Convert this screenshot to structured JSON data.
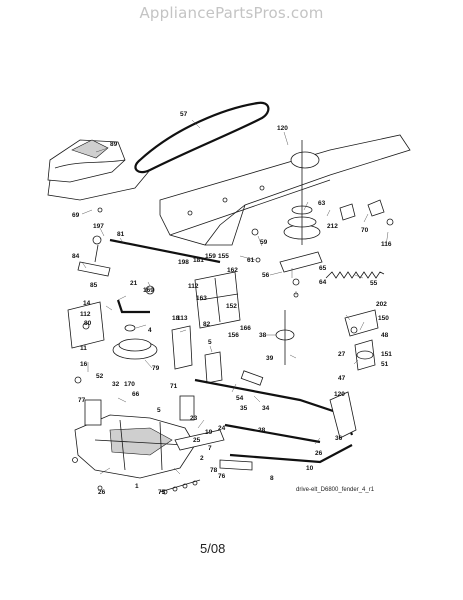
{
  "watermark": "AppliancePartsPros.com",
  "drawing_id": "drive-elt_D6800_fender_4_r1",
  "page_date": "5/08",
  "callouts": [
    "57",
    "89",
    "120",
    "69",
    "63",
    "212",
    "70",
    "116",
    "197",
    "81",
    "59",
    "61",
    "84",
    "198",
    "181",
    "159",
    "155",
    "162",
    "56",
    "65",
    "85",
    "169",
    "112",
    "64",
    "55",
    "21",
    "113",
    "14",
    "112",
    "4",
    "80",
    "163",
    "152",
    "82",
    "166",
    "202",
    "156",
    "150",
    "11",
    "38",
    "48",
    "18",
    "5",
    "151",
    "51",
    "79",
    "16",
    "52",
    "71",
    "54",
    "34",
    "36",
    "32",
    "27",
    "47",
    "170",
    "66",
    "39",
    "120",
    "35",
    "5",
    "77",
    "19",
    "24",
    "25",
    "23",
    "28",
    "7",
    "2",
    "26",
    "76",
    "78",
    "8",
    "10",
    "75",
    "1",
    "26"
  ]
}
